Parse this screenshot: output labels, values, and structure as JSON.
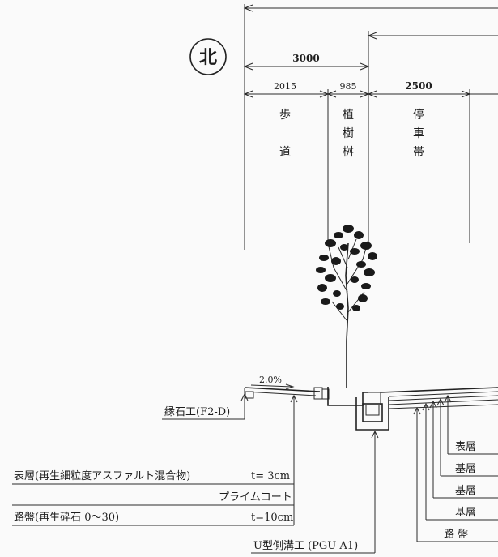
{
  "north": {
    "label": "北"
  },
  "dimensions": {
    "total": "3000",
    "sidewalk_width": "2015",
    "planting_width": "985",
    "parking_width": "2500"
  },
  "zones": {
    "sidewalk": [
      "歩",
      "道"
    ],
    "planting": [
      "植",
      "樹",
      "桝"
    ],
    "parking": [
      "停",
      "車",
      "帯"
    ]
  },
  "slope": "2.0%",
  "callouts": {
    "curb": "縁石工(F2-D)",
    "surface_layer": "表層(再生細粒度アスファルト混合物)",
    "surface_thickness": "t= 3cm",
    "prime_coat": "プライムコート",
    "roadbed": "路盤(再生砕石 0～30)",
    "roadbed_thickness": "t=10cm",
    "gutter": "U型側溝工 (PGU-A1)"
  },
  "right_labels": [
    "表層",
    "基層",
    "基層",
    "基層",
    "路 盤"
  ]
}
